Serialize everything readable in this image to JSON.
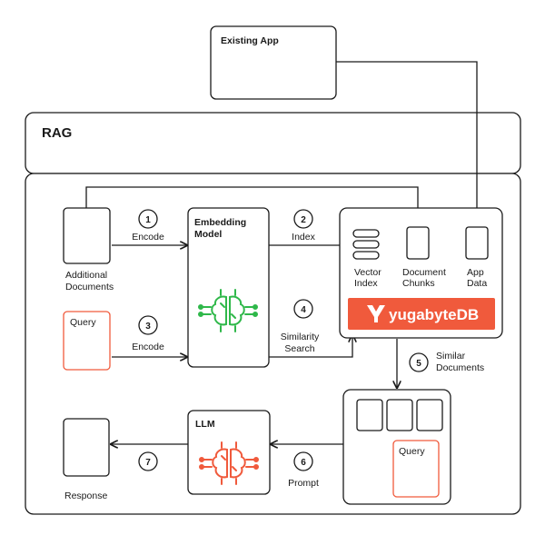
{
  "colors": {
    "stroke": "#1a1a1a",
    "accent": "#f05a3c",
    "brain_green": "#2fb84a",
    "brain_orange": "#f05a3c",
    "background": "#ffffff"
  },
  "existing_app": {
    "label": "Existing App"
  },
  "rag": {
    "title": "RAG"
  },
  "additional_documents": {
    "line1": "Additional",
    "line2": "Documents"
  },
  "query_input": {
    "label": "Query"
  },
  "embedding_model": {
    "line1": "Embedding",
    "line2": "Model",
    "icon": "brain-icon"
  },
  "steps": {
    "s1": {
      "num": "1",
      "label": "Encode"
    },
    "s2": {
      "num": "2",
      "label": "Index"
    },
    "s3": {
      "num": "3",
      "label": "Encode"
    },
    "s4": {
      "num": "4",
      "line1": "Similarity",
      "line2": "Search"
    },
    "s5": {
      "num": "5",
      "line1": "Similar",
      "line2": "Documents"
    },
    "s6": {
      "num": "6",
      "label": "Prompt"
    },
    "s7": {
      "num": "7"
    }
  },
  "database": {
    "vector_index": {
      "line1": "Vector",
      "line2": "Index"
    },
    "document_chunks": {
      "line1": "Document",
      "line2": "Chunks"
    },
    "app_data": {
      "line1": "App",
      "line2": "Data"
    },
    "brand": {
      "logo": "yugabyte-logo-icon",
      "name": "yugabyteDB"
    }
  },
  "context_query": {
    "label": "Query"
  },
  "llm": {
    "label": "LLM",
    "icon": "brain-icon"
  },
  "response": {
    "label": "Response"
  }
}
